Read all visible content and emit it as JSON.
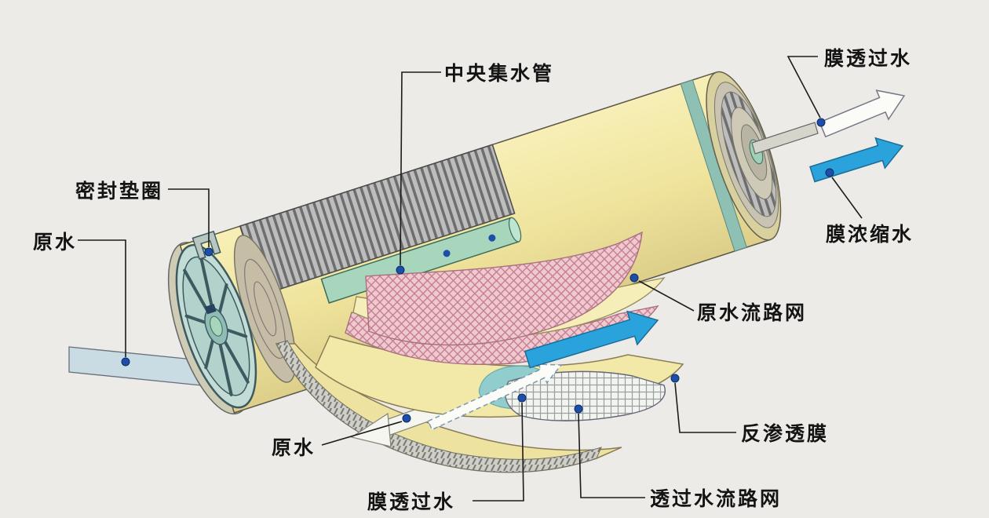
{
  "labels": [
    {
      "name": "central-collection-pipe",
      "text": "中央集水管"
    },
    {
      "name": "membrane-permeate-water-top",
      "text": "膜透过水"
    },
    {
      "name": "membrane-concentrate-water",
      "text": "膜浓缩水"
    },
    {
      "name": "seal-gasket",
      "text": "密封垫圈"
    },
    {
      "name": "raw-water-left",
      "text": "原水"
    },
    {
      "name": "raw-water-flow-net",
      "text": "原水流路网"
    },
    {
      "name": "reverse-osmosis-membrane",
      "text": "反渗透膜"
    },
    {
      "name": "permeate-water-flow-net",
      "text": "透过水流路网"
    },
    {
      "name": "membrane-permeate-water-bottom",
      "text": "膜透过水"
    },
    {
      "name": "raw-water-bottom",
      "text": "原水"
    }
  ],
  "arrows": [
    {
      "name": "permeate-out-arrow",
      "style": "white-outline"
    },
    {
      "name": "concentrate-out-arrow",
      "style": "solid-blue"
    },
    {
      "name": "feed-flow-arrow",
      "style": "solid-blue"
    },
    {
      "name": "permeate-spiral-arrow",
      "style": "white-dashed"
    },
    {
      "name": "feed-exit-arrow",
      "style": "white-outline"
    }
  ],
  "colors": {
    "background": "#ecebe7",
    "shell_yellow": "#f2e7a6",
    "mesh_pink": "#eec9cf",
    "tube_green": "#a7d6bd",
    "arrow_blue": "#2aa2dc",
    "leader_dot_blue": "#1d4fa8",
    "wheel_teal": "#c3dcd6",
    "roll_gray": "#bdbdbd"
  }
}
